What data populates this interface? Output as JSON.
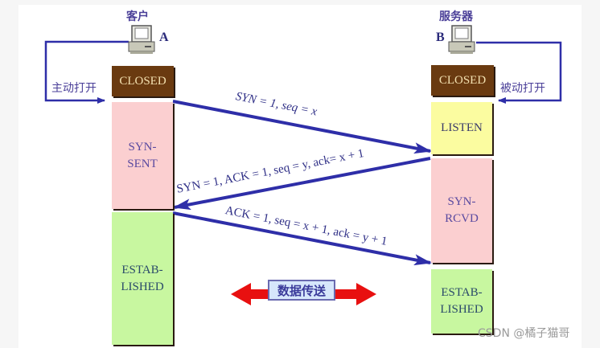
{
  "client": {
    "title": "客户",
    "host_label": "A",
    "open_action": "主动打开",
    "states": [
      "CLOSED",
      "SYN-\nSENT",
      "ESTAB-\nLISHED"
    ]
  },
  "server": {
    "title": "服务器",
    "host_label": "B",
    "open_action": "被动打开",
    "states": [
      "CLOSED",
      "LISTEN",
      "SYN-\nRCVD",
      "ESTAB-\nLISHED"
    ]
  },
  "messages": [
    {
      "text": "SYN = 1, seq = x",
      "direction": "client-to-server"
    },
    {
      "text": "SYN = 1, ACK = 1, seq = y, ack= x + 1",
      "direction": "server-to-client"
    },
    {
      "text": "ACK = 1, seq = x + 1, ack = y + 1",
      "direction": "client-to-server"
    }
  ],
  "data_transfer": {
    "label": "数据传送",
    "direction": "bidirectional"
  },
  "colors": {
    "closed": "#6a3a10",
    "syn": "#fbcfd0",
    "listen": "#fbfca0",
    "established": "#c8f7a0",
    "arrow": "#2e2ea8",
    "data_arrow": "#e81010"
  },
  "watermark": "CSDN @橘子猫哥"
}
